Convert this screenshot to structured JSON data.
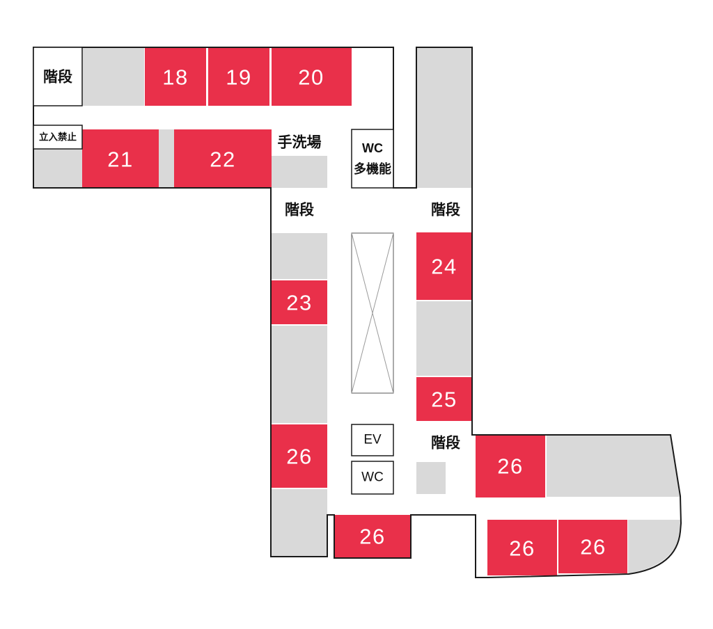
{
  "palette": {
    "red": "#e9304a",
    "gray": "#d9d9d9",
    "outline": "#1a1a1a",
    "number_text": "#ffffff",
    "label_text": "#111111"
  },
  "floor_plan": {
    "stairs_top_left": "階段",
    "no_entry": "立入禁止",
    "washstand": "手洗場",
    "wc_multi": {
      "line1": "WC",
      "line2": "多機能"
    },
    "stairs_mid_left": "階段",
    "stairs_mid_right": "階段",
    "stairs_lower_right": "階段",
    "elevator": "EV",
    "wc": "WC",
    "rooms": {
      "r18": "18",
      "r19": "19",
      "r20": "20",
      "r21": "21",
      "r22": "22",
      "r23": "23",
      "r24": "24",
      "r25": "25",
      "r26_left": "26",
      "r26_wing": "26",
      "r26_bottom_center": "26",
      "r26_bottom_right_a": "26",
      "r26_bottom_right_b": "26"
    }
  }
}
